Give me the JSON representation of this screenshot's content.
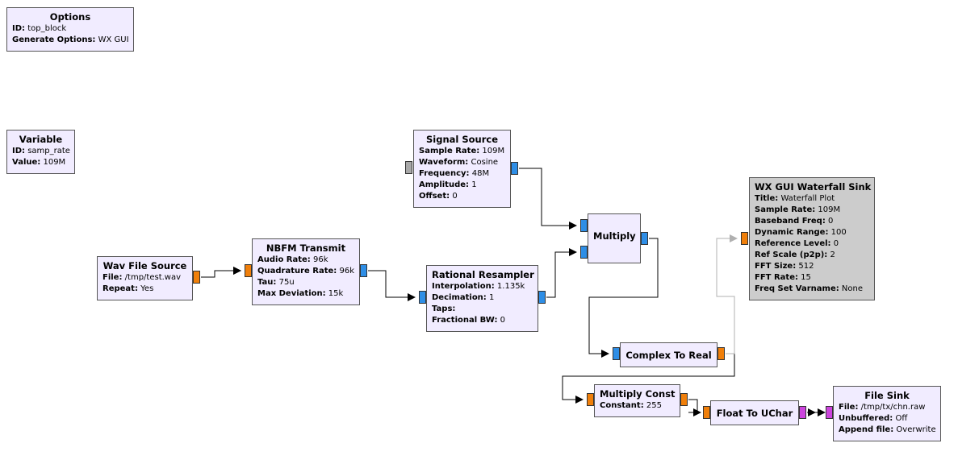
{
  "colors": {
    "block_bg": "#f1ecff",
    "block_disabled_bg": "#cccccc",
    "port_complex": "#2e8ee6",
    "port_float": "#f07f0a",
    "port_byte": "#cc44dd",
    "port_disabled": "#a8a8a8",
    "wire": "#000000",
    "wire_disabled": "#b0b0b0"
  },
  "blocks": {
    "options": {
      "title": "Options",
      "params": [
        {
          "k": "ID:",
          "v": "top_block"
        },
        {
          "k": "Generate Options:",
          "v": "WX GUI"
        }
      ]
    },
    "variable": {
      "title": "Variable",
      "params": [
        {
          "k": "ID:",
          "v": "samp_rate"
        },
        {
          "k": "Value:",
          "v": "109M"
        }
      ]
    },
    "signal_source": {
      "title": "Signal Source",
      "params": [
        {
          "k": "Sample Rate:",
          "v": "109M"
        },
        {
          "k": "Waveform:",
          "v": "Cosine"
        },
        {
          "k": "Frequency:",
          "v": "48M"
        },
        {
          "k": "Amplitude:",
          "v": "1"
        },
        {
          "k": "Offset:",
          "v": "0"
        }
      ]
    },
    "wav_file_source": {
      "title": "Wav File Source",
      "params": [
        {
          "k": "File:",
          "v": "/tmp/test.wav"
        },
        {
          "k": "Repeat:",
          "v": "Yes"
        }
      ]
    },
    "nbfm_transmit": {
      "title": "NBFM Transmit",
      "params": [
        {
          "k": "Audio Rate:",
          "v": "96k"
        },
        {
          "k": "Quadrature Rate:",
          "v": "96k"
        },
        {
          "k": "Tau:",
          "v": "75u"
        },
        {
          "k": "Max Deviation:",
          "v": "15k"
        }
      ]
    },
    "rational_resampler": {
      "title": "Rational Resampler",
      "params": [
        {
          "k": "Interpolation:",
          "v": "1.135k"
        },
        {
          "k": "Decimation:",
          "v": "1"
        },
        {
          "k": "Taps:",
          "v": ""
        },
        {
          "k": "Fractional BW:",
          "v": "0"
        }
      ]
    },
    "multiply": {
      "title": "Multiply",
      "params": []
    },
    "wx_waterfall": {
      "title": "WX GUI Waterfall Sink",
      "params": [
        {
          "k": "Title:",
          "v": "Waterfall Plot"
        },
        {
          "k": "Sample Rate:",
          "v": "109M"
        },
        {
          "k": "Baseband Freq:",
          "v": "0"
        },
        {
          "k": "Dynamic Range:",
          "v": "100"
        },
        {
          "k": "Reference Level:",
          "v": "0"
        },
        {
          "k": "Ref Scale (p2p):",
          "v": "2"
        },
        {
          "k": "FFT Size:",
          "v": "512"
        },
        {
          "k": "FFT Rate:",
          "v": "15"
        },
        {
          "k": "Freq Set Varname:",
          "v": "None"
        }
      ]
    },
    "complex_to_real": {
      "title": "Complex To Real",
      "params": []
    },
    "multiply_const": {
      "title": "Multiply Const",
      "params": [
        {
          "k": "Constant:",
          "v": "255"
        }
      ]
    },
    "float_to_uchar": {
      "title": "Float To UChar",
      "params": []
    },
    "file_sink": {
      "title": "File Sink",
      "params": [
        {
          "k": "File:",
          "v": "/tmp/tx/chn.raw"
        },
        {
          "k": "Unbuffered:",
          "v": "Off"
        },
        {
          "k": "Append file:",
          "v": "Overwrite"
        }
      ]
    }
  }
}
